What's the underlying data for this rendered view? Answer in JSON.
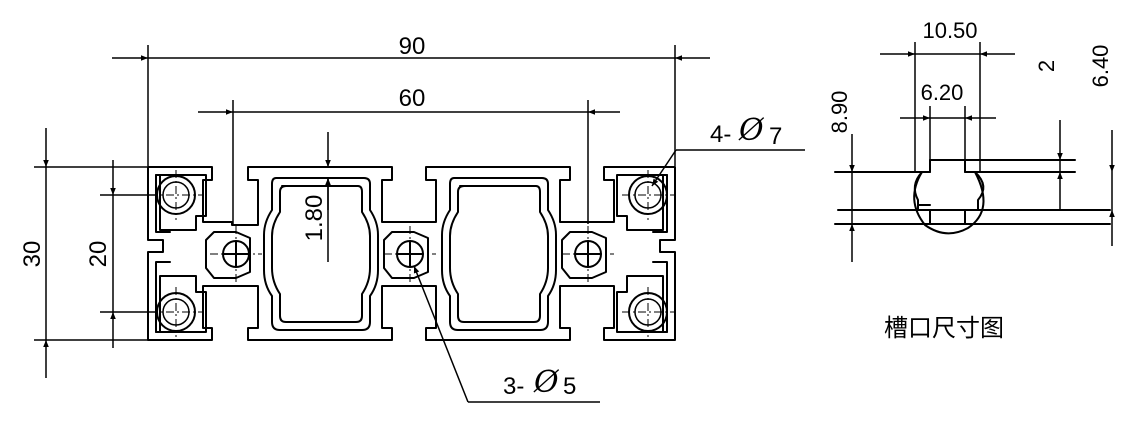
{
  "dimensions": {
    "width_overall": "90",
    "width_inner": "60",
    "height_overall": "30",
    "height_inner": "20",
    "wall": "1.80",
    "holes_small": "3-",
    "holes_small_dia": "5",
    "holes_large": "4-",
    "holes_large_dia": "7",
    "phi": "Ø"
  },
  "slot_detail": {
    "title": "槽口尺寸图",
    "slot_top_width": "10.50",
    "slot_opening": "6.20",
    "slot_depth_total": "8.90",
    "lip_thickness": "2",
    "lip_depth": "6.40"
  }
}
